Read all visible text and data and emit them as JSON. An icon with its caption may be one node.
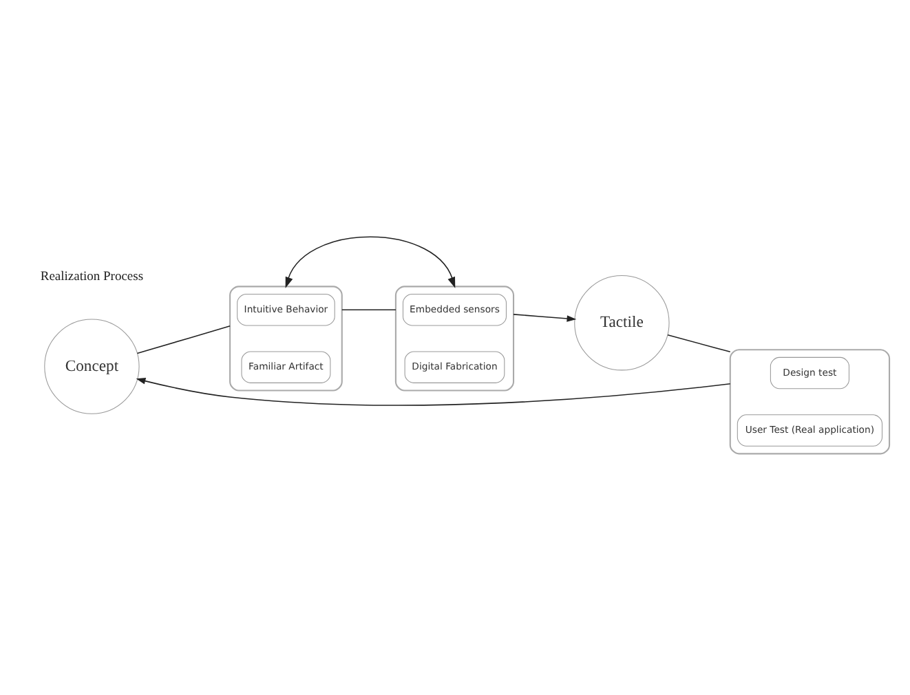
{
  "diagram": {
    "nodes": [
      {
        "text": [
          "Concept"
        ]
      },
      {
        "text": [],
        "shape": "box"
      },
      {
        "text": [
          "Intuitive Behavior"
        ],
        "in": 1
      },
      {
        "text": [
          "Familiar Artifact"
        ],
        "in": 1
      },
      {
        "text": [],
        "shape": "box"
      },
      {
        "text": [
          "Embedded sensors"
        ],
        "in": 4
      },
      {
        "text": [
          "Digital Fabrication"
        ],
        "in": 4
      },
      {
        "text": [
          "Tactile"
        ]
      },
      {
        "text": [],
        "shape": "box"
      },
      {
        "text": [
          "Design test"
        ],
        "in": 8
      },
      {
        "text": [
          "User Test (Real application)"
        ],
        "in": 8
      }
    ],
    "edges": [
      {
        "from": 0,
        "to": 1,
        "arrow": "none"
      },
      {
        "from": 1,
        "to": 4,
        "arrow": "none"
      },
      {
        "from": 4,
        "to": 7,
        "arrow": "to"
      },
      {
        "from": 7,
        "to": 8,
        "arrow": "none"
      },
      {
        "from": 8,
        "to": 0,
        "arrow": "to"
      },
      {
        "from": 1,
        "to": 4,
        "arrow": "both"
      }
    ],
    "labels": [
      "Realization Process"
    ]
  }
}
